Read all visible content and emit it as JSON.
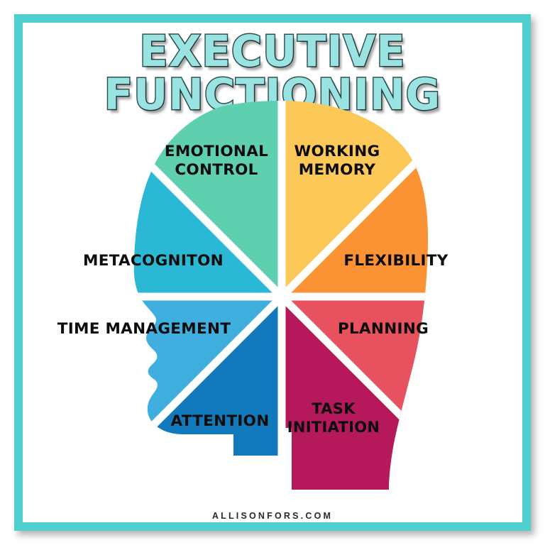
{
  "poster": {
    "title": "EXECUTIVE FUNCTIONING",
    "footer": "ALLISONFORS.COM",
    "background_color": "#FFFFFF",
    "frame_color": "#4DD0CE",
    "title_fill_color": "#9AE3E3",
    "title_outline_color": "#2F4F4F",
    "footer_color": "#2A2A2A"
  },
  "chart_data": {
    "type": "pie",
    "title": "EXECUTIVE FUNCTIONING",
    "subtitle": "",
    "xlabel": "",
    "ylabel": "",
    "shape": "head-profile-silhouette",
    "note": "Eight equal 45-degree wedges arranged around a central hub, clipped to a human head profile silhouette facing left; bottom cut flat at the neck.",
    "legend_position": "in-slice-labels",
    "grid": false,
    "categories": [
      "WORKING MEMORY",
      "FLEXIBILITY",
      "PLANNING",
      "TASK INITIATION",
      "ATTENTION",
      "TIME MANAGEMENT",
      "METACOGNITON",
      "EMOTIONAL CONTROL"
    ],
    "values": [
      12.5,
      12.5,
      12.5,
      12.5,
      12.5,
      12.5,
      12.5,
      12.5
    ],
    "colors": [
      "#FCC858",
      "#FB9335",
      "#E8515E",
      "#B5195C",
      "#1279BC",
      "#40AFE0",
      "#2BB8D4",
      "#5ED0B0"
    ],
    "slices": [
      {
        "label": "WORKING MEMORY",
        "lines": [
          "WORKING",
          "MEMORY"
        ],
        "color": "#FCC858",
        "start_angle": 270,
        "end_angle": 315,
        "value": 12.5
      },
      {
        "label": "FLEXIBILITY",
        "lines": [
          "FLEXIBILITY"
        ],
        "color": "#FB9335",
        "start_angle": 315,
        "end_angle": 360,
        "value": 12.5
      },
      {
        "label": "PLANNING",
        "lines": [
          "PLANNING"
        ],
        "color": "#E8515E",
        "start_angle": 0,
        "end_angle": 45,
        "value": 12.5
      },
      {
        "label": "TASK INITIATION",
        "lines": [
          "TASK",
          "INITIATION"
        ],
        "color": "#B5195C",
        "start_angle": 45,
        "end_angle": 90,
        "value": 12.5
      },
      {
        "label": "ATTENTION",
        "lines": [
          "ATTENTION"
        ],
        "color": "#1279BC",
        "start_angle": 90,
        "end_angle": 135,
        "value": 12.5
      },
      {
        "label": "TIME MANAGEMENT",
        "lines": [
          "TIME MANAGEMENT"
        ],
        "color": "#40AFE0",
        "start_angle": 135,
        "end_angle": 180,
        "value": 12.5
      },
      {
        "label": "METACOGNITON",
        "lines": [
          "METACOGNITON"
        ],
        "color": "#2BB8D4",
        "start_angle": 180,
        "end_angle": 225,
        "value": 12.5
      },
      {
        "label": "EMOTIONAL CONTROL",
        "lines": [
          "EMOTIONAL",
          "CONTROL"
        ],
        "color": "#5ED0B0",
        "start_angle": 225,
        "end_angle": 270,
        "value": 12.5
      }
    ]
  },
  "labels": {
    "working_memory_l1": "WORKING",
    "working_memory_l2": "MEMORY",
    "flexibility": "FLEXIBILITY",
    "planning": "PLANNING",
    "task_initiation_l1": "TASK",
    "task_initiation_l2": "INITIATION",
    "attention": "ATTENTION",
    "time_management": "TIME MANAGEMENT",
    "metacogniton": "METACOGNITON",
    "emotional_control_l1": "EMOTIONAL",
    "emotional_control_l2": "CONTROL"
  }
}
